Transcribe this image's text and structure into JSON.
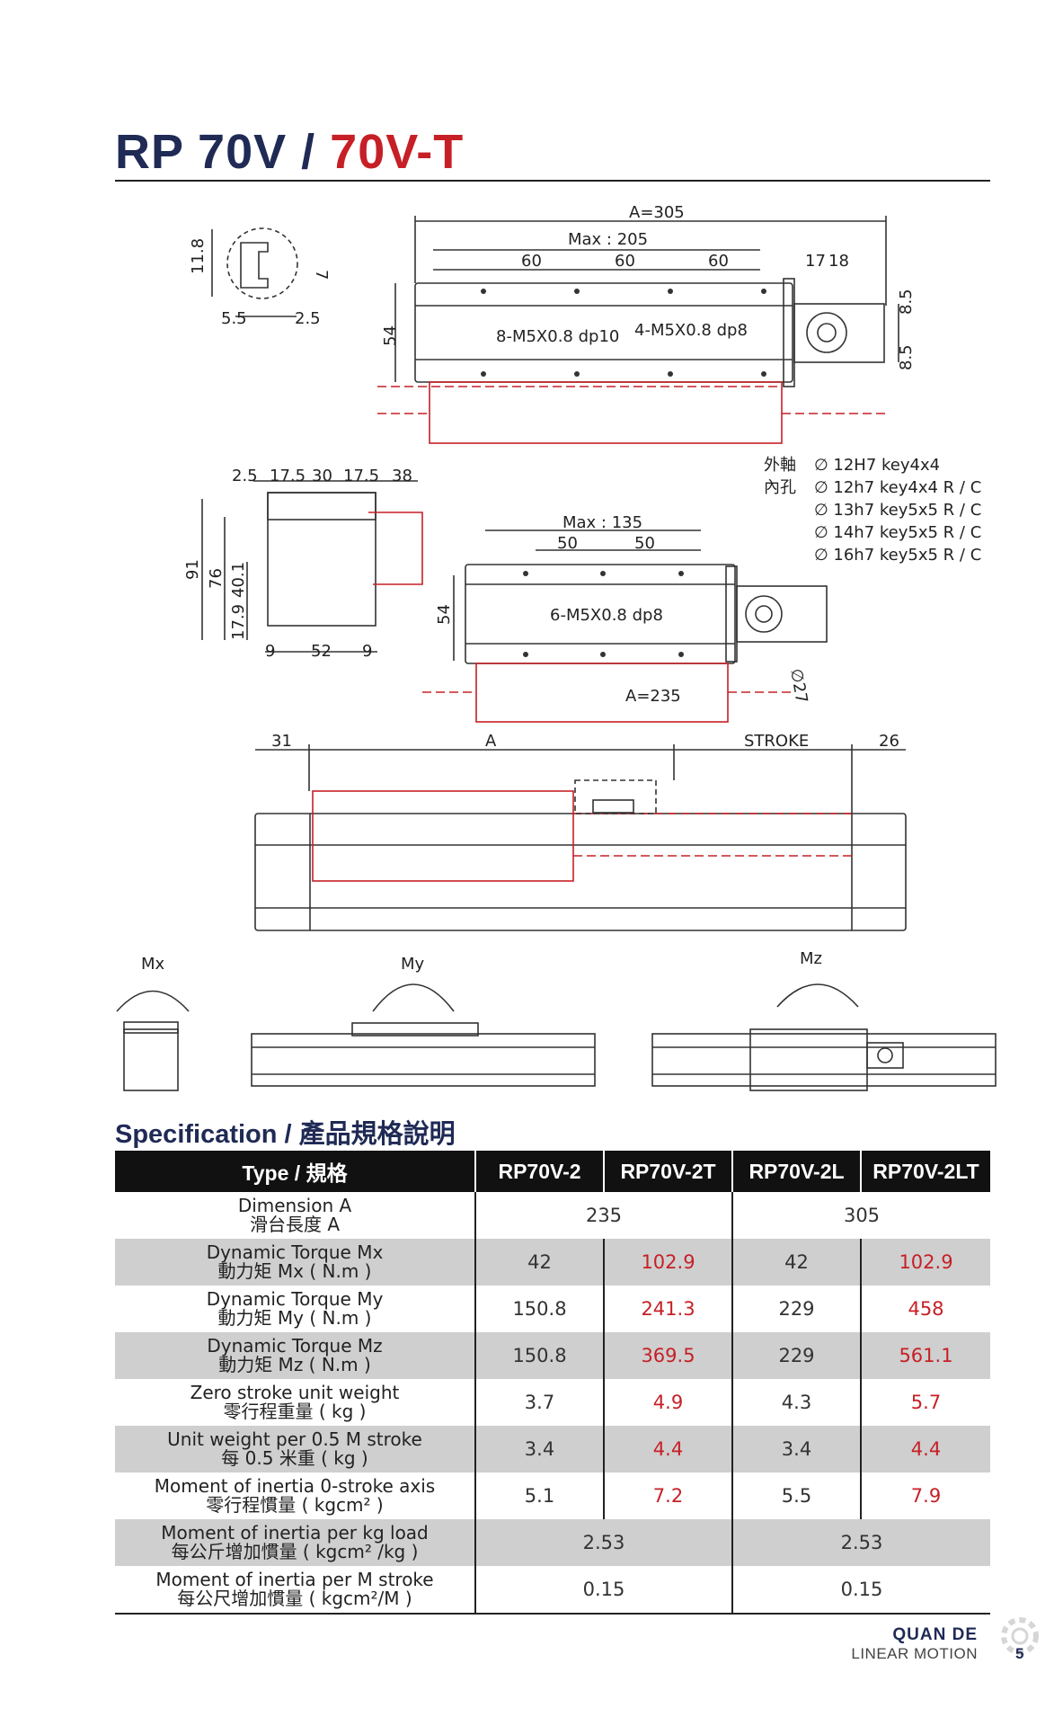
{
  "title": {
    "model": "RP 70V",
    "separator": "/",
    "variant": "70V-T"
  },
  "drawing": {
    "profile": {
      "h": "11.8",
      "slot": "7",
      "left": "5.5",
      "right": "2.5"
    },
    "top_view": {
      "total": "A=305",
      "max": "Max : 205",
      "pitch": [
        "60",
        "60",
        "60"
      ],
      "end_a": "17",
      "end_b": "18",
      "height": "54",
      "holes_a": "8-M5X0.8 dp10",
      "holes_b": "4-M5X0.8 dp8",
      "off_a": "8.5",
      "off_b": "8.5"
    },
    "section": {
      "widths": [
        "2.5",
        "17.5",
        "30",
        "17.5",
        "38"
      ],
      "heights": [
        "91",
        "76",
        "40.1",
        "17.9"
      ],
      "bottom": [
        "9",
        "52",
        "9"
      ]
    },
    "shaft": {
      "outer_label": "外軸",
      "inner_label": "內孔",
      "options": [
        "∅ 12H7 key4x4",
        "∅ 12h7 key4x4 R / C",
        "∅ 13h7 key5x5 R / C",
        "∅ 14h7 key5x5 R / C",
        "∅ 16h7 key5x5 R / C"
      ]
    },
    "short_view": {
      "max": "Max : 135",
      "pitch": [
        "50",
        "50"
      ],
      "height": "54",
      "holes": "6-M5X0.8 dp8",
      "total": "A=235",
      "dia": "∅27"
    },
    "side_view": {
      "left": "31",
      "a": "A",
      "stroke": "STROKE",
      "right": "26"
    },
    "moments": {
      "mx": "Mx",
      "my": "My",
      "mz": "Mz"
    }
  },
  "spec": {
    "title": "Specification / 產品規格說明",
    "headers": [
      "Type / 規格",
      "RP70V-2",
      "RP70V-2T",
      "RP70V-2L",
      "RP70V-2LT"
    ],
    "rows": [
      {
        "en": "Dimension  A",
        "zh": "滑台長度 A",
        "v": [
          "235",
          "305"
        ],
        "merged": true
      },
      {
        "en": "Dynamic Torque Mx",
        "zh": "動力矩 Mx ( N.m )",
        "v": [
          "42",
          "102.9",
          "42",
          "102.9"
        ]
      },
      {
        "en": "Dynamic Torque My",
        "zh": "動力矩 My ( N.m )",
        "v": [
          "150.8",
          "241.3",
          "229",
          "458"
        ]
      },
      {
        "en": "Dynamic Torque Mz",
        "zh": "動力矩 Mz ( N.m )",
        "v": [
          "150.8",
          "369.5",
          "229",
          "561.1"
        ]
      },
      {
        "en": "Zero stroke unit weight",
        "zh": "零行程重量 ( kg )",
        "v": [
          "3.7",
          "4.9",
          "4.3",
          "5.7"
        ]
      },
      {
        "en": "Unit weight per 0.5 M stroke",
        "zh": "每 0.5 米重 ( kg )",
        "v": [
          "3.4",
          "4.4",
          "3.4",
          "4.4"
        ]
      },
      {
        "en": "Moment of inertia 0-stroke axis",
        "zh": "零行程慣量 ( kgcm² )",
        "v": [
          "5.1",
          "7.2",
          "5.5",
          "7.9"
        ]
      },
      {
        "en": "Moment of inertia per kg load",
        "zh": "每公斤增加慣量 ( kgcm² /kg )",
        "v": [
          "2.53",
          "2.53"
        ],
        "merged": true
      },
      {
        "en": "Moment of inertia per M stroke",
        "zh": "每公尺增加慣量 ( kgcm²/M )",
        "v": [
          "0.15",
          "0.15"
        ],
        "merged": true
      }
    ]
  },
  "brand": {
    "name": "QUAN DE",
    "sub": "LINEAR MOTION",
    "page": "5"
  }
}
